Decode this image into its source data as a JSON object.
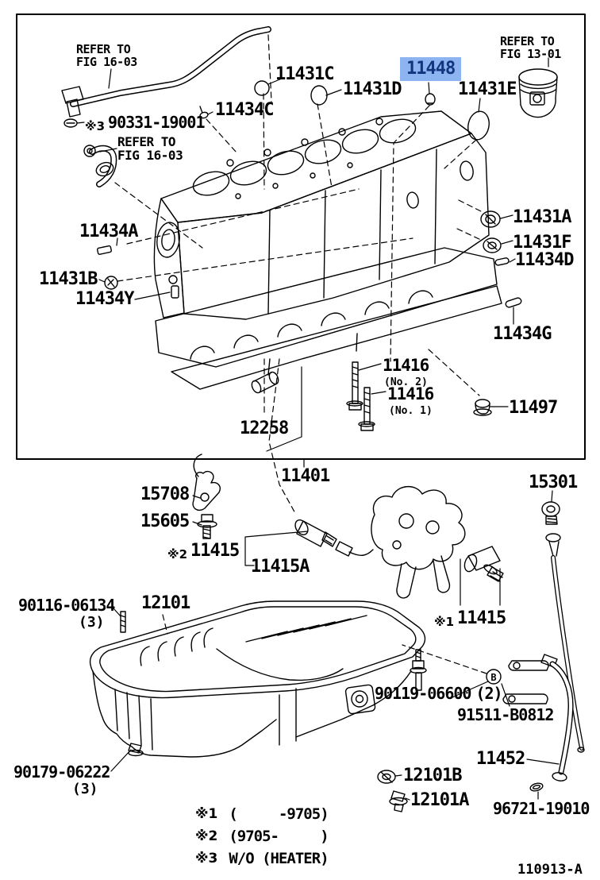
{
  "diagram": {
    "code": "110913-A",
    "selected_part": "11448"
  },
  "colors": {
    "background": "#ffffff",
    "line": "#000000",
    "highlight_bg": "#8cb4f0",
    "highlight_text": "#13357e"
  },
  "references": {
    "fig_16_03_top": {
      "line1": "REFER TO",
      "line2": "FIG 16-03"
    },
    "fig_16_03_mid": {
      "line1": "REFER TO",
      "line2": "FIG 16-03"
    },
    "fig_13_01": {
      "line1": "REFER TO",
      "line2": "FIG 13-01"
    }
  },
  "parts": {
    "p11431c": {
      "number": "11431C"
    },
    "p11434c": {
      "number": "11434C"
    },
    "p90331": {
      "marker": "※3",
      "number": "90331-19001"
    },
    "p11431d": {
      "number": "11431D"
    },
    "p11448": {
      "number": "11448"
    },
    "p11431e": {
      "number": "11431E"
    },
    "p11434a": {
      "number": "11434A"
    },
    "p11431a": {
      "number": "11431A"
    },
    "p11431f": {
      "number": "11431F"
    },
    "p11434d": {
      "number": "11434D"
    },
    "p11431b": {
      "number": "11431B"
    },
    "p11434y": {
      "number": "11434Y"
    },
    "p11434g": {
      "number": "11434G"
    },
    "p11416_no2": {
      "number": "11416",
      "note": "(No. 2)"
    },
    "p11416_no1": {
      "number": "11416",
      "note": "(No. 1)"
    },
    "p11497": {
      "number": "11497"
    },
    "p12258": {
      "number": "12258"
    },
    "p11401": {
      "number": "11401"
    },
    "p15708": {
      "number": "15708"
    },
    "p15605": {
      "number": "15605"
    },
    "p11415_2": {
      "marker": "※2",
      "number": "11415"
    },
    "p11415a": {
      "number": "11415A"
    },
    "p15301": {
      "number": "15301"
    },
    "p11415_1": {
      "marker": "※1",
      "number": "11415"
    },
    "p90116": {
      "number": "90116-06134",
      "qty": "(3)"
    },
    "p12101": {
      "number": "12101"
    },
    "p90119": {
      "number": "90119-06600",
      "qty": "(2)"
    },
    "p91511": {
      "number": "91511-B0812"
    },
    "p11452": {
      "number": "11452"
    },
    "p12101b": {
      "number": "12101B"
    },
    "p12101a": {
      "number": "12101A"
    },
    "p96721": {
      "number": "96721-19010"
    },
    "p90179": {
      "number": "90179-06222",
      "qty": "(3)"
    }
  },
  "markers": {
    "circled_b": "B"
  },
  "footnotes": [
    {
      "marker": "※1",
      "text": "(     -9705)"
    },
    {
      "marker": "※2",
      "text": "(9705-     )"
    },
    {
      "marker": "※3",
      "text": "W/O (HEATER)"
    }
  ]
}
